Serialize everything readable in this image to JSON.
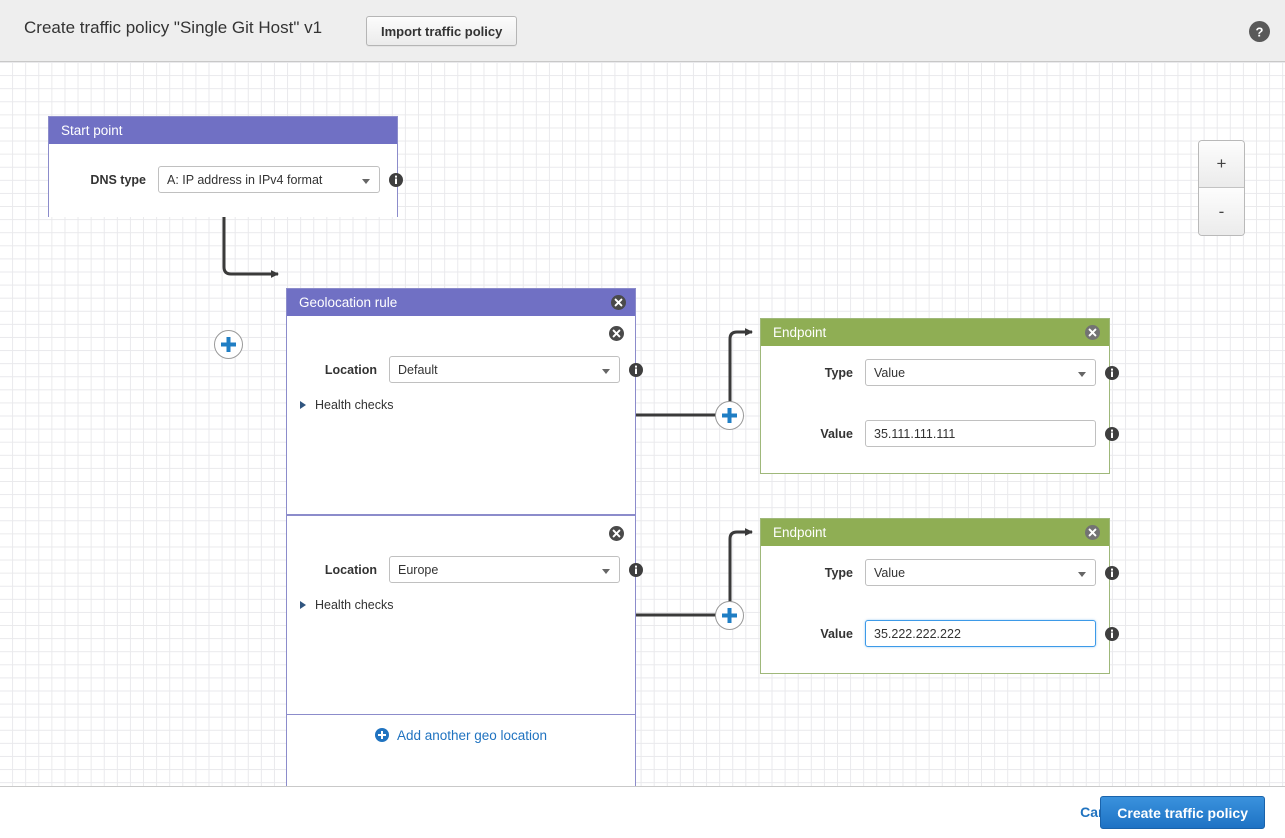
{
  "header": {
    "title": "Create traffic policy \"Single Git Host\" v1",
    "import_button_label": "Import traffic policy",
    "help_icon": "help-circle-icon"
  },
  "canvas": {
    "zoom_in_label": "+",
    "zoom_out_label": "-"
  },
  "start_node": {
    "title": "Start point",
    "dns_type_label": "DNS type",
    "dns_type_value": "A: IP address in IPv4 format",
    "info_icon": "info-icon",
    "caret_icon": "chevron-down-icon"
  },
  "geo_node": {
    "title": "Geolocation rule",
    "close_icon": "close-circle-icon",
    "sections": [
      {
        "location_label": "Location",
        "location_value": "Default",
        "health_checks_label": "Health checks",
        "expander_icon": "triangle-right-icon",
        "info_icon": "info-icon",
        "close_icon": "close-circle-icon"
      },
      {
        "location_label": "Location",
        "location_value": "Europe",
        "health_checks_label": "Health checks",
        "expander_icon": "triangle-right-icon",
        "info_icon": "info-icon",
        "close_icon": "close-circle-icon"
      }
    ],
    "add_location_label": "Add another geo location",
    "add_location_icon": "plus-circle-icon"
  },
  "endpoints": [
    {
      "title": "Endpoint",
      "type_label": "Type",
      "type_value": "Value",
      "value_label": "Value",
      "value_value": "35.111.111.111",
      "focused": false,
      "close_icon": "close-circle-icon",
      "info_icon": "info-icon"
    },
    {
      "title": "Endpoint",
      "type_label": "Type",
      "type_value": "Value",
      "value_label": "Value",
      "value_value": "35.222.222.222",
      "focused": true,
      "close_icon": "close-circle-icon",
      "info_icon": "info-icon"
    }
  ],
  "connectors": {
    "add_node_icon": "plus-circle-icon",
    "count": 3
  },
  "footer": {
    "cancel_label": "Cancel",
    "create_label": "Create traffic policy"
  },
  "colors": {
    "rule_header": "#7070c4",
    "endpoint_header": "#8fae54",
    "accent_blue": "#2073c0",
    "focus_blue": "#3d9ae8",
    "grid_line": "#e9e9ec"
  }
}
